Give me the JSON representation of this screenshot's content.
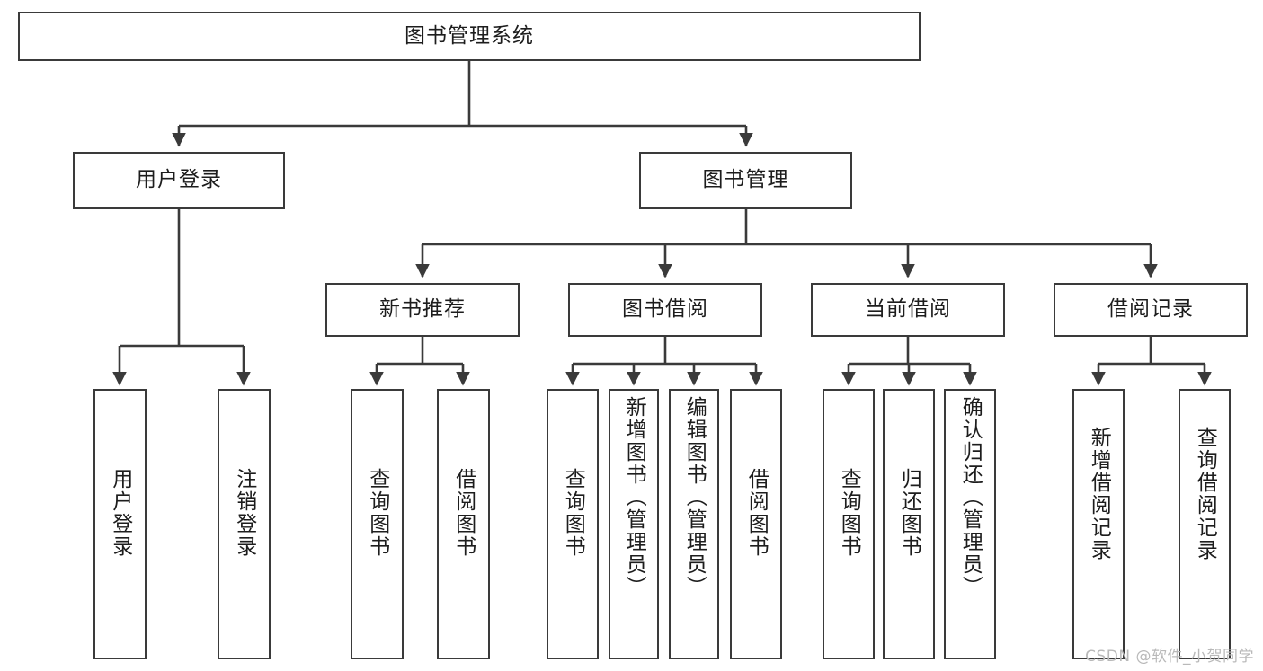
{
  "diagram": {
    "title": "图书管理系统",
    "type": "hierarchy-tree",
    "watermark": "CSDN @软件_小贺同学",
    "colors": {
      "stroke": "#3a3a3a",
      "fill": "#ffffff",
      "text": "#1d1d1d",
      "watermark": "#b9b9b9"
    },
    "levels": {
      "root": {
        "label": "图书管理系统"
      },
      "level2": [
        {
          "label": "用户登录"
        },
        {
          "label": "图书管理"
        }
      ],
      "level3": [
        {
          "label": "新书推荐"
        },
        {
          "label": "图书借阅"
        },
        {
          "label": "当前借阅"
        },
        {
          "label": "借阅记录"
        }
      ],
      "leaves": [
        {
          "label": "用户登录",
          "parent": "用户登录"
        },
        {
          "label": "注销登录",
          "parent": "用户登录"
        },
        {
          "label": "查询图书",
          "parent": "新书推荐"
        },
        {
          "label": "借阅图书",
          "parent": "新书推荐"
        },
        {
          "label": "查询图书",
          "parent": "图书借阅"
        },
        {
          "label": "新增图书（管理员）",
          "parent": "图书借阅"
        },
        {
          "label": "编辑图书（管理员）",
          "parent": "图书借阅"
        },
        {
          "label": "借阅图书",
          "parent": "图书借阅"
        },
        {
          "label": "查询图书",
          "parent": "当前借阅"
        },
        {
          "label": "归还图书",
          "parent": "当前借阅"
        },
        {
          "label": "确认归还（管理员）",
          "parent": "当前借阅"
        },
        {
          "label": "新增借阅记录",
          "parent": "借阅记录"
        },
        {
          "label": "查询借阅记录",
          "parent": "借阅记录"
        }
      ]
    }
  }
}
